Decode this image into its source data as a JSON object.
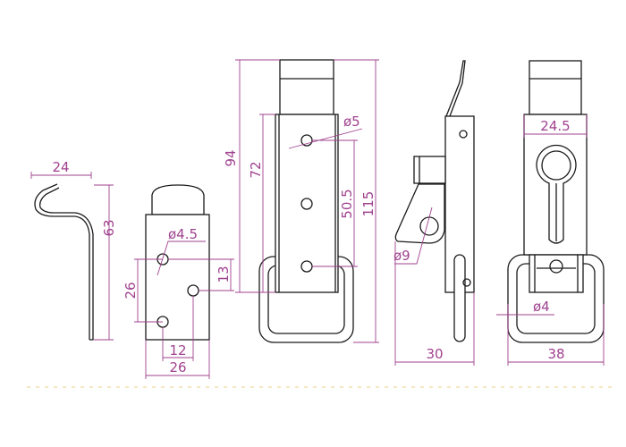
{
  "drawing": {
    "colors": {
      "dimension": "#a0428f",
      "outline": "#1a1a1a",
      "separator": "#e8cf86"
    },
    "keeper_side": {
      "width": "24",
      "height": "63"
    },
    "keeper_front": {
      "hole_dia": "ø4.5",
      "hole_spacing_v": "26",
      "hole_offset_v": "13",
      "hole_offset_h": "12",
      "width": "26"
    },
    "latch_front": {
      "hole_dia": "ø5",
      "height_94": "94",
      "plate_height": "72",
      "hole_spacing": "50.5",
      "overall_height": "115"
    },
    "latch_side": {
      "pin_dia": "ø9",
      "depth": "30"
    },
    "latch_rear": {
      "plate_width": "24.5",
      "wire_dia": "ø4",
      "overall_width": "38"
    }
  }
}
